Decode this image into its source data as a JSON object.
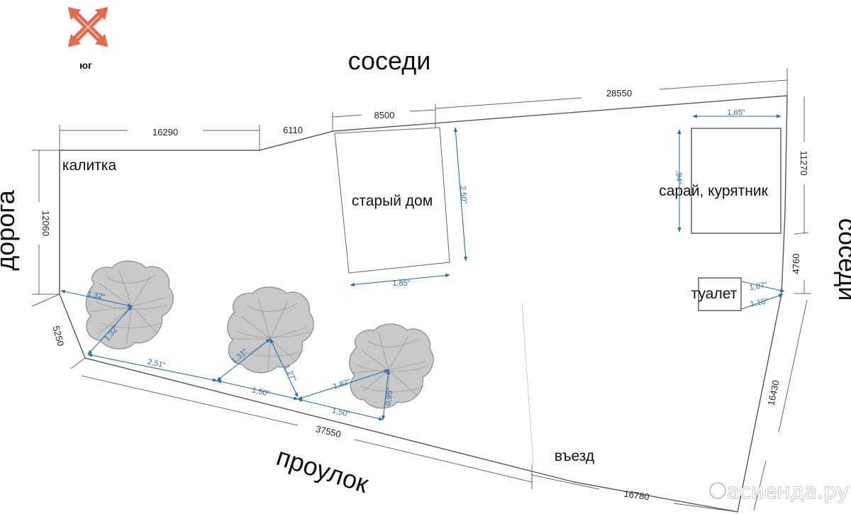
{
  "compass": {
    "label": "юг",
    "icon": "compass-arrows-icon",
    "color": "#e8684a"
  },
  "sides": {
    "top": "соседи",
    "left": "дорога",
    "right": "соседи",
    "bottom": "проулок"
  },
  "places": {
    "gate": "калитка",
    "old_house": "старый дом",
    "shed": "сарай, курятник",
    "toilet": "туалет",
    "driveway": "въезд"
  },
  "dimensions": {
    "top_left": "16290",
    "top_mid": "6110",
    "top_house": "8500",
    "top_right": "28550",
    "left": "12060",
    "left_lower": "5250",
    "right_upper": "11270",
    "right_mid": "4760",
    "right_lower": "16430",
    "bottom_main": "37550",
    "bottom_right": "16780"
  },
  "blue_measures": {
    "shed_width": "1,65\"",
    "shed_height": ",94\"",
    "house_height": "2,50\"",
    "house_width": "1,85\"",
    "toilet_a": "1,07\"",
    "toilet_b": "1,10\"",
    "tree1_a": "1,32\"",
    "tree1_b": "1,32\"",
    "tree1_to_2": "2,51\"",
    "tree2_a": "1,31\"",
    "tree2_b": "1,27\"",
    "tree2_bottom": "1,50\"",
    "tree3_a": "1,82\"",
    "tree3_b": "0,95\"",
    "tree3_bottom": "1,50\""
  },
  "colors": {
    "accent_blue": "#2a6cb0",
    "compass": "#e8684a",
    "tree": "#c9c9c9"
  },
  "watermark": "асиенда.ру"
}
